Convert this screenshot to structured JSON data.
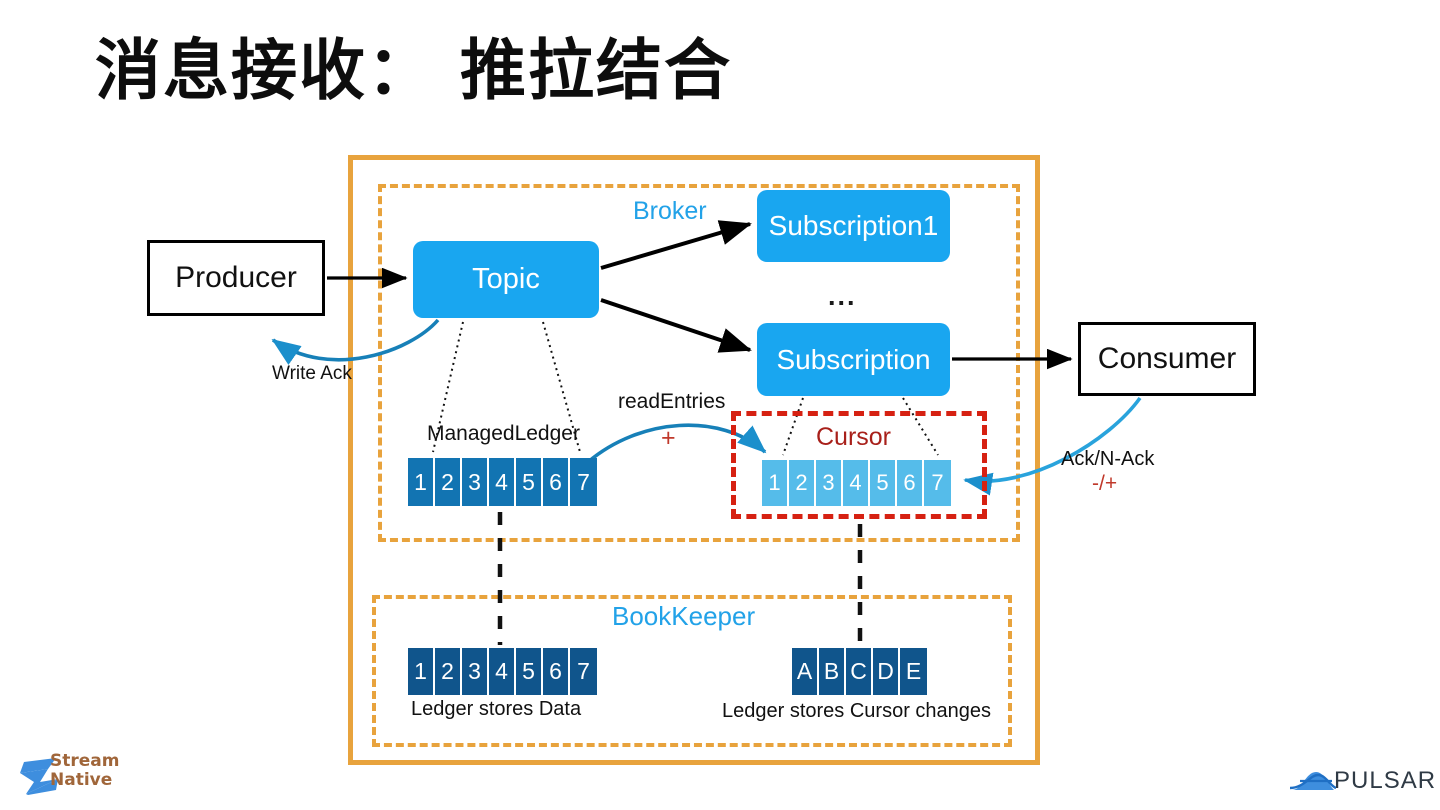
{
  "slide": {
    "title": "消息接收： 推拉结合"
  },
  "diagram": {
    "regions": {
      "broker_label": "Broker",
      "bookkeeper_label": "BookKeeper",
      "cursor_label": "Cursor"
    },
    "nodes": {
      "producer": "Producer",
      "consumer": "Consumer",
      "topic": "Topic",
      "subscription1": "Subscription1",
      "subscription": "Subscription",
      "ellipsis": "..."
    },
    "labels": {
      "write_ack": "Write Ack",
      "managed_ledger": "ManagedLedger",
      "read_entries": "readEntries",
      "read_entries_sign": "+",
      "ack_nack": "Ack/N-Ack",
      "ack_nack_sign": "-/+",
      "ledger_stores_data": "Ledger stores Data",
      "ledger_stores_cursor": "Ledger stores Cursor changes"
    },
    "strips": {
      "managed_ledger_entries": [
        "1",
        "2",
        "3",
        "4",
        "5",
        "6",
        "7"
      ],
      "cursor_entries": [
        "1",
        "2",
        "3",
        "4",
        "5",
        "6",
        "7"
      ],
      "bookkeeper_data_entries": [
        "1",
        "2",
        "3",
        "4",
        "5",
        "6",
        "7"
      ],
      "bookkeeper_cursor_entries": [
        "A",
        "B",
        "C",
        "D",
        "E"
      ]
    },
    "colors": {
      "outer_frame": "#E8A33D",
      "dashed_region": "#E8A33D",
      "cursor_frame": "#D62112",
      "node_blue": "#19A6F0",
      "region_label_blue": "#22A2E8",
      "ledger_blue": "#1274B2",
      "cursor_blue": "#55BCEA",
      "bookkeeper_blue": "#10558C",
      "ack_red": "#C0392B",
      "arrow_black": "#000000",
      "arrow_blue": "#1780B8"
    }
  },
  "branding": {
    "streamnative": "Stream\nNative",
    "pulsar": "PULSAR"
  }
}
